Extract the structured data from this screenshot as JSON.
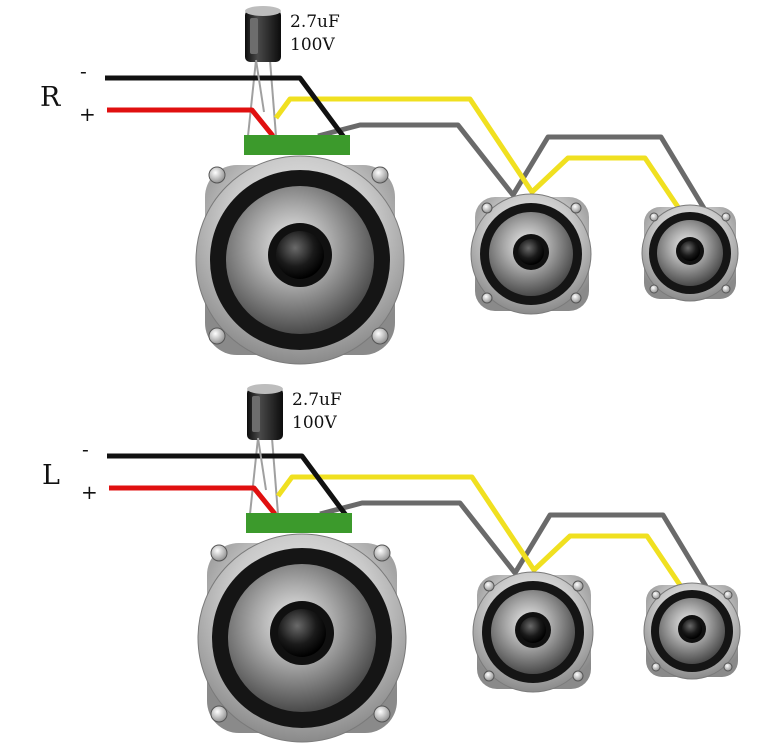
{
  "colors": {
    "negative_wire": "#111111",
    "positive_wire": "#e01010",
    "tweeter_feed_wire": "#f0e020",
    "return_wire": "#6a6a6a",
    "terminal_board": "#3c9a2c",
    "background": "#ffffff"
  },
  "channels": [
    {
      "channel_label": "R",
      "negative_label": "-",
      "positive_label": "+",
      "capacitor": {
        "capacitance": "2.7uF",
        "voltage": "100V",
        "icon": "electrolytic-capacitor-icon"
      },
      "speakers": [
        {
          "role": "woofer",
          "icon": "speaker-icon"
        },
        {
          "role": "mid",
          "icon": "speaker-icon"
        },
        {
          "role": "small",
          "icon": "speaker-icon"
        }
      ]
    },
    {
      "channel_label": "L",
      "negative_label": "-",
      "positive_label": "+",
      "capacitor": {
        "capacitance": "2.7uF",
        "voltage": "100V",
        "icon": "electrolytic-capacitor-icon"
      },
      "speakers": [
        {
          "role": "woofer",
          "icon": "speaker-icon"
        },
        {
          "role": "mid",
          "icon": "speaker-icon"
        },
        {
          "role": "small",
          "icon": "speaker-icon"
        }
      ]
    }
  ]
}
